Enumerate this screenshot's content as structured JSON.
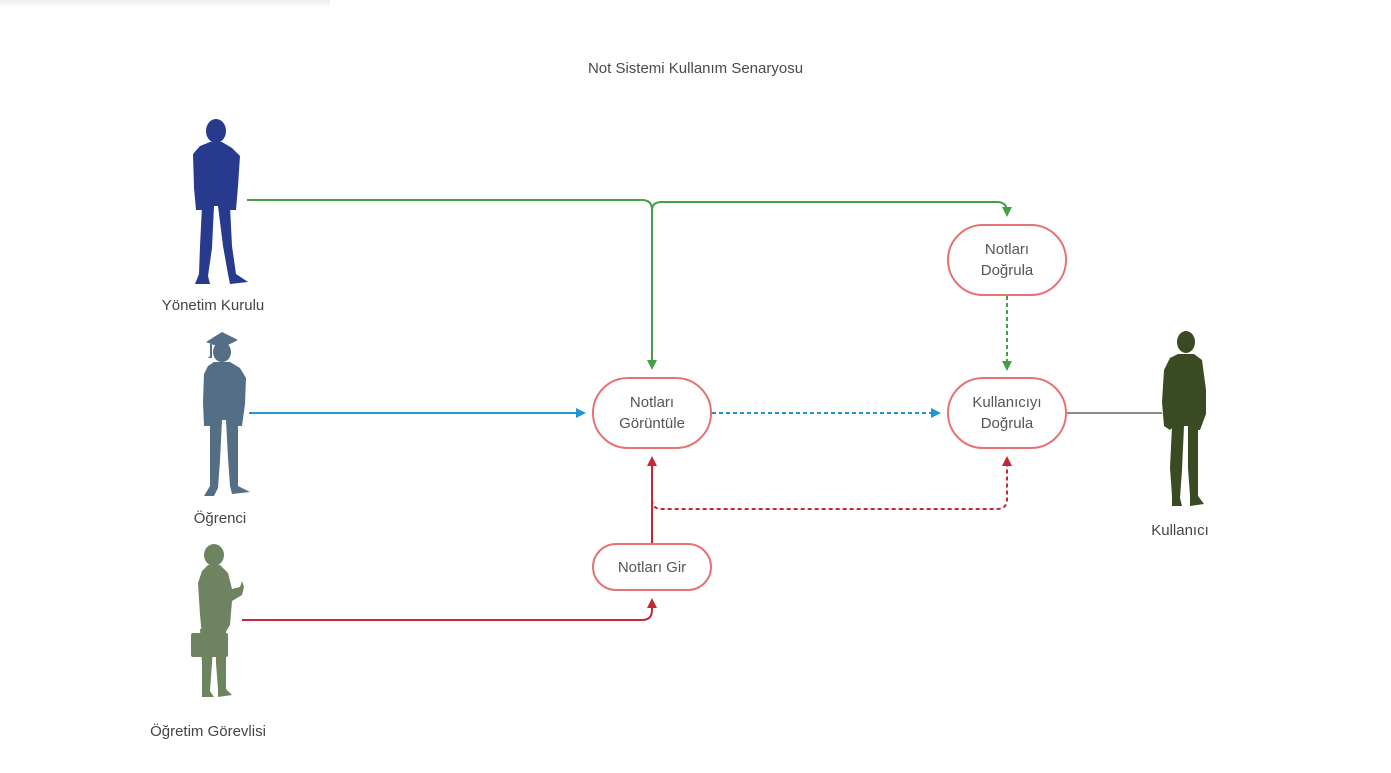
{
  "title": "Not Sistemi Kullanım Senaryosu",
  "actors": {
    "board": "Yönetim Kurulu",
    "student": "Öğrenci",
    "lecturer": "Öğretim Görevlisi",
    "user": "Kullanıcı"
  },
  "use_cases": {
    "view_grades": "Notları\nGörüntüle",
    "verify_grades": "Notları\nDoğrula",
    "verify_user": "Kullanıcıyı\nDoğrula",
    "enter_grades": "Notları Gir"
  },
  "colors": {
    "board": "#283a8e",
    "student": "#546e86",
    "lecturer": "#6e8460",
    "user": "#3a4a22",
    "green_edge": "#43a047",
    "blue_edge": "#1e96d2",
    "red_edge": "#c62833",
    "gray_edge": "#8a8a8a",
    "node_border": "#e57373"
  },
  "icons": {
    "board": "standing-person-icon",
    "student": "graduate-person-icon",
    "lecturer": "person-with-briefcase-icon",
    "user": "standing-person-icon"
  }
}
